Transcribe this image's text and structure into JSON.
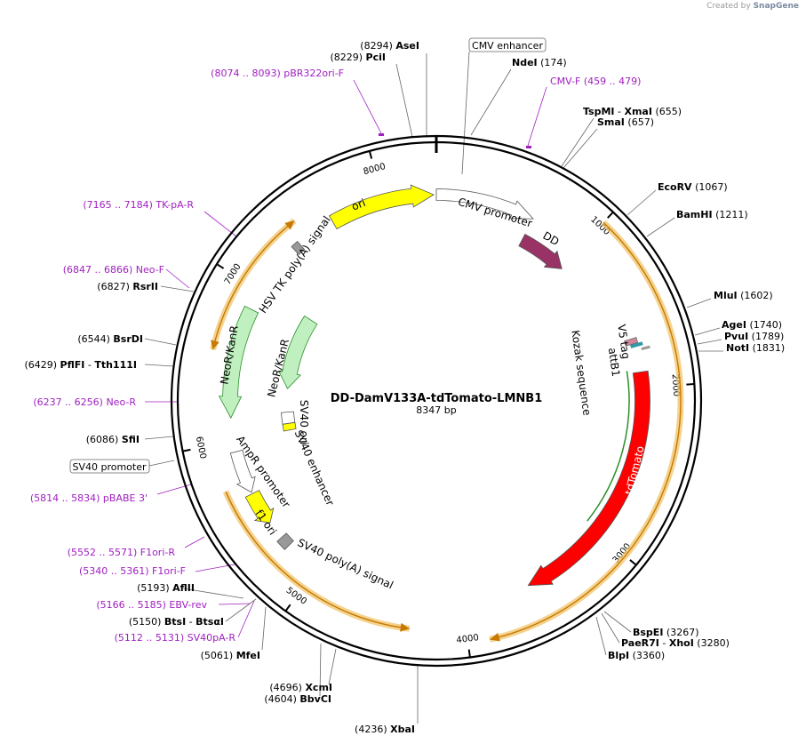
{
  "credit": {
    "prefix": "Created by",
    "brand": "SnapGene"
  },
  "plasmid": {
    "name": "DD-DamV133A-tdTomato-LMNB1",
    "length_label": "8347 bp",
    "length": 8347
  },
  "colors": {
    "backbone": "#000000",
    "primer": "#a020c0",
    "orf_outline": "#f0c060",
    "orf_inner": "#c87800",
    "ori": "#ffff00",
    "neo": "#c0f0c0",
    "neo_arrow": "#2a8f2a",
    "dd": "#993366",
    "tdtomato": "#ff0000",
    "polyA": "#999999",
    "promoter": "#ffffff",
    "v5tag": "#cc8899",
    "attb1": "#3399aa"
  },
  "tick_labels": [
    "1000",
    "2000",
    "3000",
    "4000",
    "5000",
    "6000",
    "7000",
    "8000"
  ],
  "sites": [
    {
      "name": "AseI",
      "pos": "(8294)",
      "numfirst": true
    },
    {
      "name": "PciI",
      "pos": "(8229)",
      "numfirst": true
    },
    {
      "name": "NdeI",
      "pos": "(174)",
      "numfirst": false
    },
    {
      "name": "TspMI",
      "name2": "XmaI",
      "pos": "(655)",
      "numfirst": false
    },
    {
      "name": "SmaI",
      "pos": "(657)",
      "numfirst": false
    },
    {
      "name": "EcoRV",
      "pos": "(1067)",
      "numfirst": false
    },
    {
      "name": "BamHI",
      "pos": "(1211)",
      "numfirst": false
    },
    {
      "name": "MluI",
      "pos": "(1602)",
      "numfirst": false
    },
    {
      "name": "AgeI",
      "pos": "(1740)",
      "numfirst": false
    },
    {
      "name": "PvuI",
      "pos": "(1789)",
      "numfirst": false
    },
    {
      "name": "NotI",
      "pos": "(1831)",
      "numfirst": false
    },
    {
      "name": "BspEI",
      "pos": "(3267)",
      "numfirst": false
    },
    {
      "name": "PaeR7I",
      "name2": "XhoI",
      "pos": "(3280)",
      "numfirst": false
    },
    {
      "name": "BlpI",
      "pos": "(3360)",
      "numfirst": false
    },
    {
      "name": "XbaI",
      "pos": "(4236)",
      "numfirst": true
    },
    {
      "name": "XcmI",
      "pos": "(4696)",
      "numfirst": true
    },
    {
      "name": "BbvCI",
      "pos": "(4604)",
      "numfirst": true
    },
    {
      "name": "MfeI",
      "pos": "(5061)",
      "numfirst": true
    },
    {
      "name": "BtsI",
      "name2": "BtsαI",
      "pos": "(5150)",
      "numfirst": true
    },
    {
      "name": "AflII",
      "pos": "(5193)",
      "numfirst": true
    },
    {
      "name": "SfiI",
      "pos": "(6086)",
      "numfirst": true
    },
    {
      "name": "PflFI",
      "name2": "Tth111I",
      "pos": "(6429)",
      "numfirst": true
    },
    {
      "name": "BsrDI",
      "pos": "(6544)",
      "numfirst": true
    },
    {
      "name": "RsrII",
      "pos": "(6827)",
      "numfirst": true
    }
  ],
  "primers": [
    {
      "range": "(8074 .. 8093)",
      "name": "pBR322ori-F"
    },
    {
      "range": "(459 .. 479)",
      "name": "CMV-F",
      "namefirst": true
    },
    {
      "range": "(7165 .. 7184)",
      "name": "TK-pA-R"
    },
    {
      "range": "(6847 .. 6866)",
      "name": "Neo-F"
    },
    {
      "range": "(6237 .. 6256)",
      "name": "Neo-R"
    },
    {
      "range": "(5814 .. 5834)",
      "name": "pBABE 3'"
    },
    {
      "range": "(5552 .. 5571)",
      "name": "F1ori-R"
    },
    {
      "range": "(5340 .. 5361)",
      "name": "F1ori-F"
    },
    {
      "range": "(5166 .. 5185)",
      "name": "EBV-rev"
    },
    {
      "range": "(5112 .. 5131)",
      "name": "SV40pA-R"
    }
  ],
  "boxed_labels": [
    "CMV enhancer",
    "SV40 promoter"
  ],
  "features": [
    "ori",
    "CMV promoter",
    "DD",
    "HSV TK poly(A) signal",
    "NeoR/KanR",
    "NeoR/KanR",
    "SV40 ori",
    "SV40 enhancer",
    "AmpR promoter",
    "f1 ori",
    "SV40 poly(A) signal",
    "tdTomato",
    "V5 tag",
    "attB1",
    "Kozak sequence"
  ]
}
